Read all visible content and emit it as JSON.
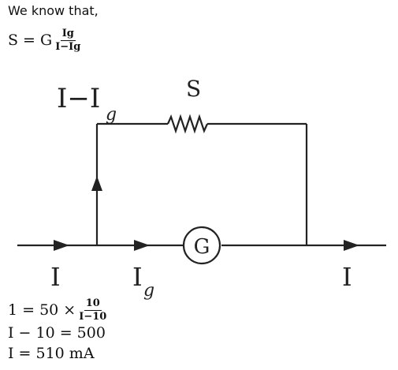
{
  "intro": "We know that,",
  "formula": {
    "lhs": "S = G",
    "num": "Ig",
    "den": "I−Ig"
  },
  "diagram": {
    "top_branch_label_main": "I−I",
    "top_branch_label_sub": "g",
    "shunt_label": "S",
    "galvanometer_label": "G",
    "input_current": "I",
    "galv_current_main": "I",
    "galv_current_sub": "g",
    "output_current": "I"
  },
  "solution": {
    "line1_lhs": "1 = 50 ×",
    "line1_num": "10",
    "line1_den": "I−10",
    "line2": "I − 10 = 500",
    "line3": "I = 510 mA"
  },
  "colors": {
    "text": "#111111",
    "diagram_stroke": "#222222"
  }
}
